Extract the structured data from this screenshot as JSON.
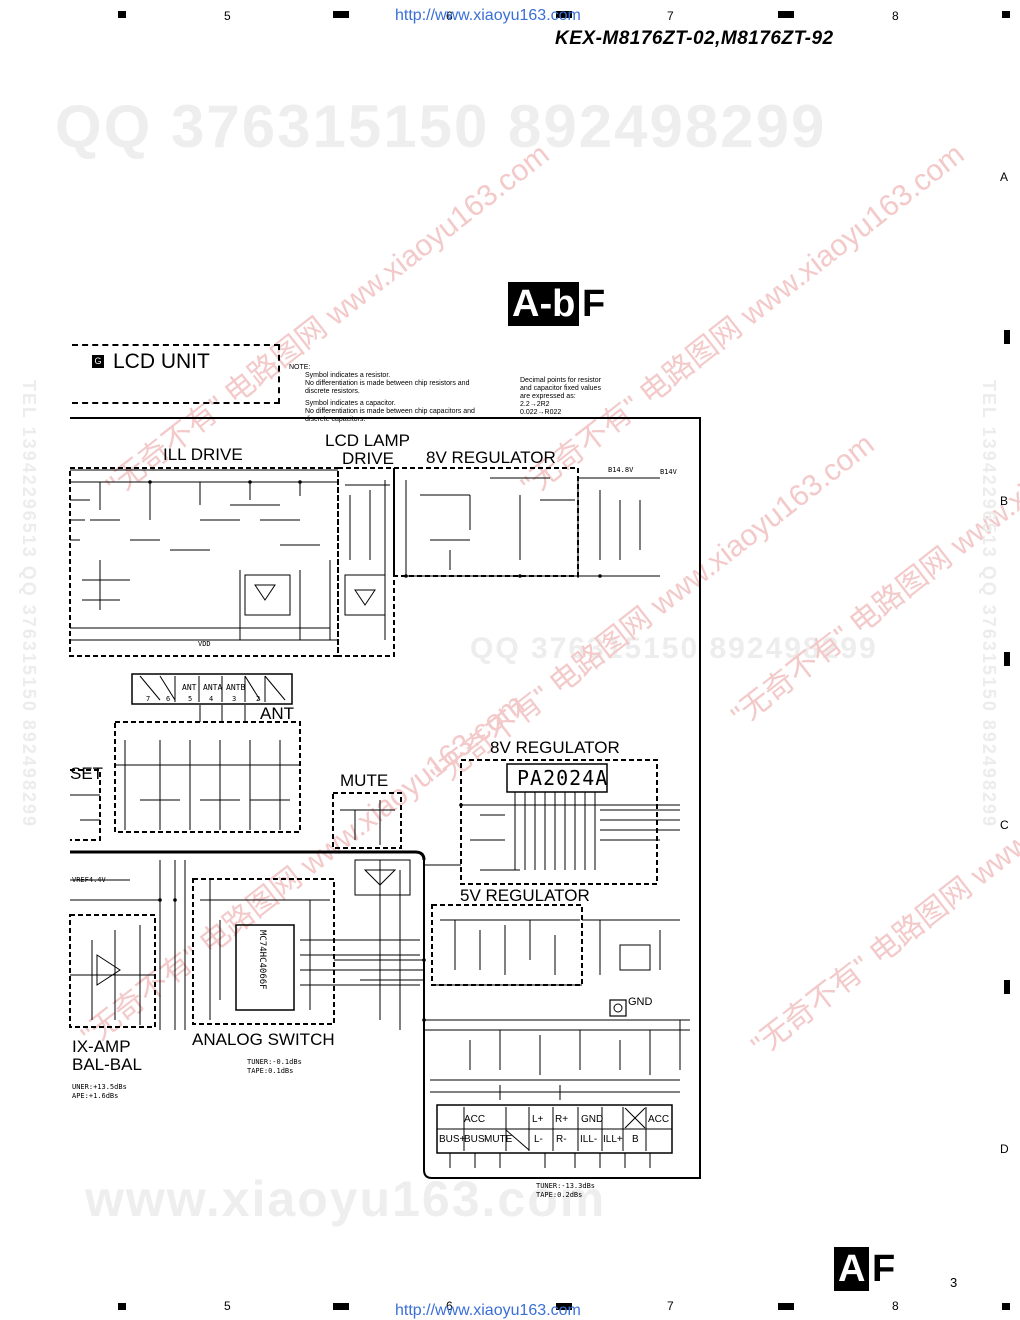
{
  "header": {
    "url": "http://www.xiaoyu163.com",
    "model": "KEX-M8176ZT-02,M8176ZT-92",
    "column_numbers": [
      "5",
      "6",
      "7",
      "8"
    ]
  },
  "footer": {
    "url": "http://www.xiaoyu163.com",
    "column_numbers": [
      "5",
      "6",
      "7",
      "8"
    ],
    "page_number": "3",
    "section_letter": "A",
    "section_suffix": "F"
  },
  "row_letters": [
    "A",
    "B",
    "C",
    "D"
  ],
  "watermarks": {
    "qq_line": "QQ 376315150  892498299",
    "qq_line_mid": "QQ 376315150  892498299",
    "www_line": "www.xiaoyu163.com",
    "diag": "\"无奇不有\" 电路图网 www.xiaoyu163.com",
    "vertical_right": "TEL 13942296513  QQ 376315150  892498299",
    "vertical_left": "TEL 13942296513  QQ 376315150  892498299"
  },
  "title_block": {
    "ab_label": "A-b",
    "f_label": "F"
  },
  "lcd_unit": {
    "badge": "G",
    "label": "LCD UNIT"
  },
  "notes": {
    "title": "NOTE:",
    "left": [
      "Symbol indicates a resistor.",
      "No differentiation is made between chip resistors and",
      "discrete resistors.",
      "Symbol indicates a capacitor.",
      "No differentiation is made between chip capacitors and",
      "discrete capacitors."
    ],
    "right": [
      "Decimal points for resistor",
      "and capacitor fixed values",
      "are expressed as:",
      "2.2→2R2",
      "0.022→R022"
    ]
  },
  "blocks": {
    "ill_drive": "ILL DRIVE",
    "lcd_lamp_drive_1": "LCD LAMP",
    "lcd_lamp_drive_2": "DRIVE",
    "regulator_8v_top": "8V REGULATOR",
    "ant": "ANT",
    "set": "SET",
    "mute": "MUTE",
    "regulator_8v_mid": "8V REGULATOR",
    "ic_name": "PA2024A",
    "regulator_5v": "5V REGULATOR",
    "analog_switch": "ANALOG SWITCH",
    "mix_amp": "IX-AMP",
    "bal_bal": "BAL-BAL",
    "gnd": "GND",
    "ic_switch": "MC74HC4066F"
  },
  "levels": {
    "analog_tuner": "TUNER:-0.1dBs",
    "analog_tape": "TAPE:0.1dBs",
    "mix_tuner": "UNER:+13.5dBs",
    "mix_tape": "APE:+1.6dBs",
    "conn_tuner": "TUNER:-13.3dBs",
    "conn_tape": "TAPE:0.2dBs"
  },
  "connector": {
    "top_pins": [
      "ACC",
      "L+",
      "R+",
      "GND",
      "ACC"
    ],
    "bottom_pins": [
      "BUS+",
      "BUS-",
      "MUTE",
      "L-",
      "R-",
      "ILL-",
      "ILL+",
      "B"
    ]
  },
  "ant_connector": {
    "pins": [
      "ANT",
      "ANTA",
      "ANTB"
    ],
    "numbers": [
      "7",
      "6",
      "5",
      "4",
      "3",
      "2"
    ]
  },
  "nets": {
    "b14v": "B14.8V",
    "b14": "B14V",
    "vdd": "VDD",
    "ref": "VREF4.4V"
  }
}
